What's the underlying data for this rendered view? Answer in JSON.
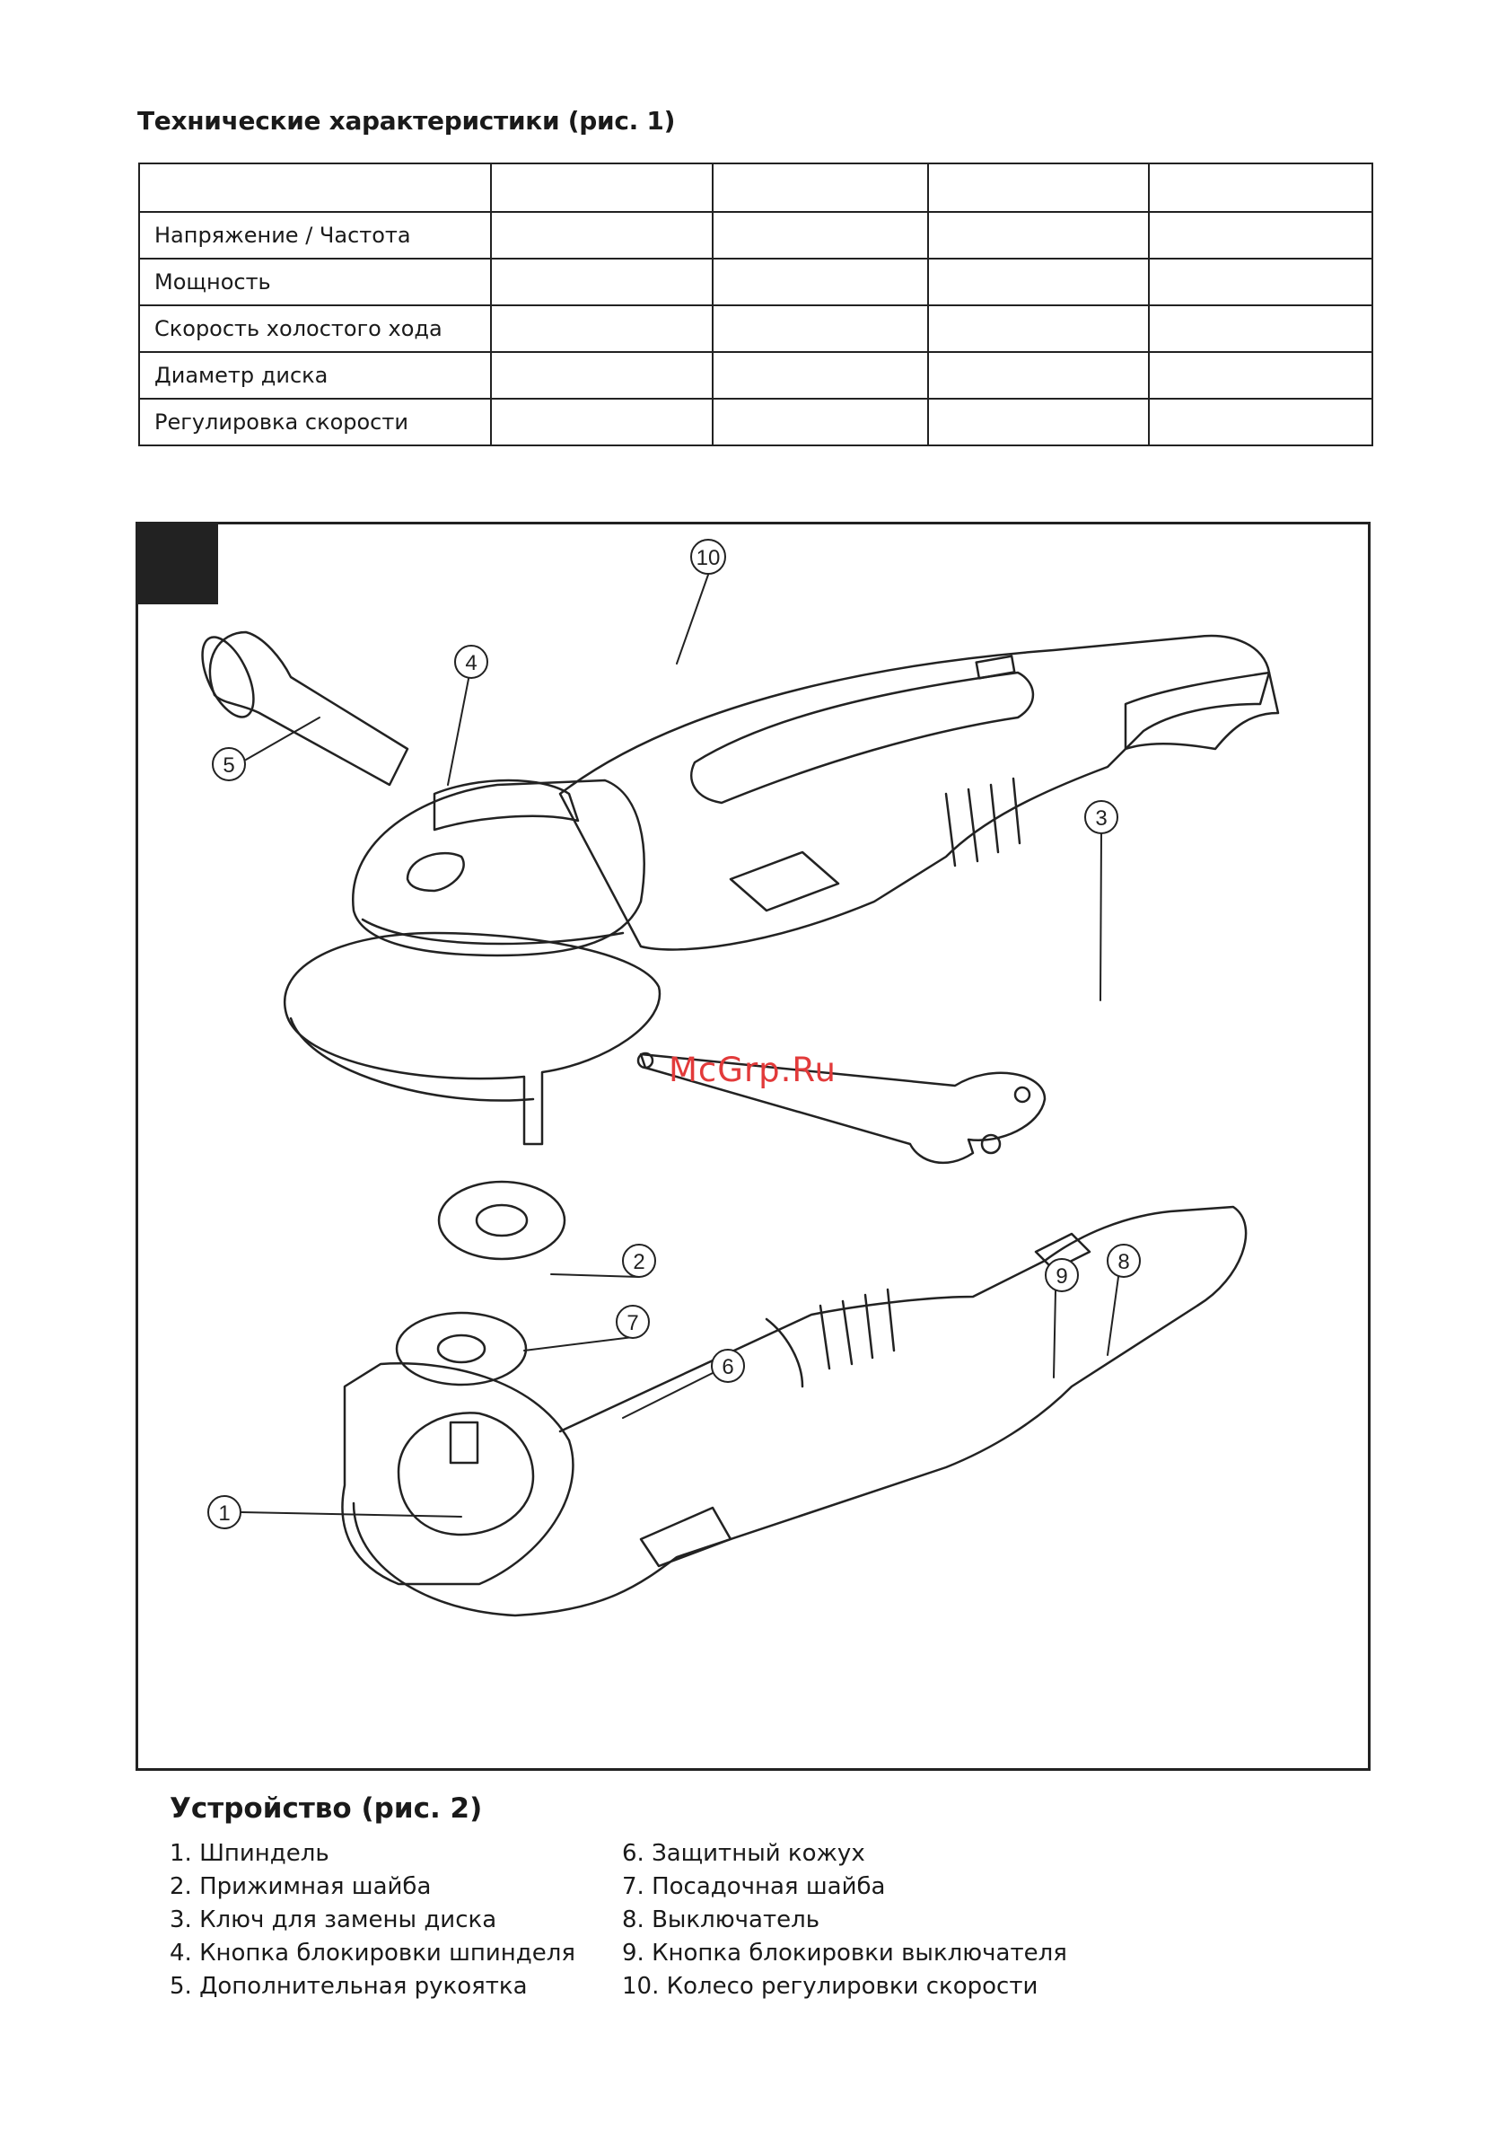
{
  "spec": {
    "title": "Технические характеристики (рис. 1)",
    "rows": [
      "Напряжение / Частота",
      "Мощность",
      "Скорость холостого хода",
      "Диаметр диска",
      "Регулировка скорости"
    ]
  },
  "figure": {
    "callouts": [
      "1",
      "2",
      "3",
      "4",
      "5",
      "6",
      "7",
      "8",
      "9",
      "10"
    ],
    "watermark": "McGrp.Ru"
  },
  "device": {
    "title": "Устройство (рис. 2)",
    "left": [
      "1. Шпиндель",
      "2. Прижимная шайба",
      "3. Ключ для замены диска",
      "4. Кнопка блокировки шпинделя",
      "5. Дополнительная рукоятка"
    ],
    "right": [
      "6. Защитный кожух",
      "7. Посадочная шайба",
      "8. Выключатель",
      "9. Кнопка блокировки выключателя",
      "10. Колесо регулировки скорости"
    ]
  }
}
